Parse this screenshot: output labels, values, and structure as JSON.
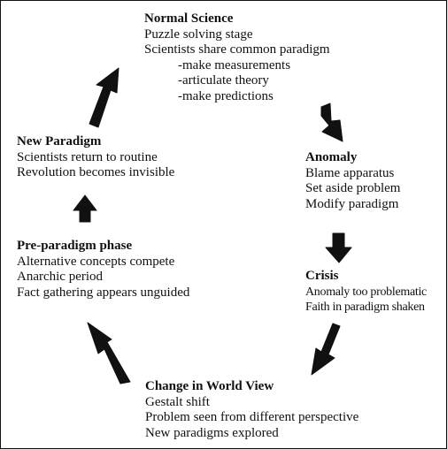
{
  "diagram": {
    "nodes": {
      "normal_science": {
        "title": "Normal Science",
        "lines": [
          "Puzzle solving stage",
          "Scientists share common paradigm"
        ],
        "sub_lines": [
          "-make measurements",
          "-articulate theory",
          "-make predictions"
        ]
      },
      "anomaly": {
        "title": "Anomaly",
        "lines": [
          "Blame apparatus",
          "Set aside problem",
          "Modify paradigm"
        ]
      },
      "crisis": {
        "title": "Crisis",
        "lines": [
          "Anomaly too problematic",
          "Faith in paradigm shaken"
        ]
      },
      "change_in_world_view": {
        "title": "Change in World View",
        "lines": [
          "Gestalt shift",
          "Problem seen from different perspective",
          "New paradigms explored"
        ]
      },
      "pre_paradigm_phase": {
        "title": "Pre-paradigm phase",
        "lines": [
          "Alternative concepts compete",
          "Anarchic period",
          "Fact gathering appears unguided"
        ]
      },
      "new_paradigm": {
        "title": "New Paradigm",
        "lines": [
          "Scientists return to routine",
          "Revolution becomes invisible"
        ]
      }
    },
    "arrow_color": "#111111"
  }
}
